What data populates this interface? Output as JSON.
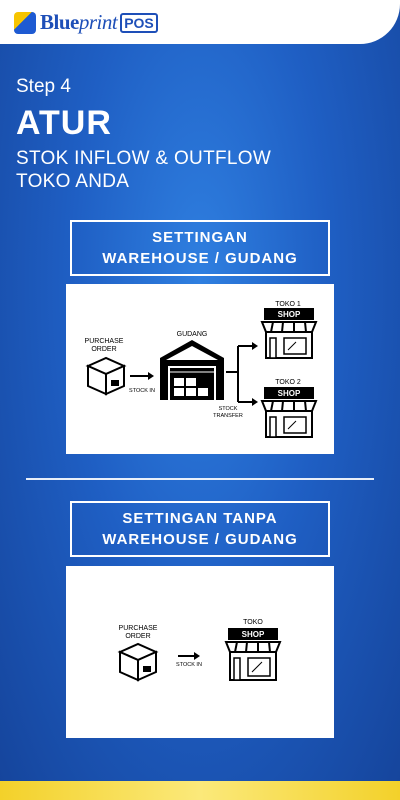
{
  "brand": {
    "name_part1": "Blue",
    "name_part2": "print",
    "name_pos": "POS",
    "colors": {
      "primary": "#1e4fb8",
      "accent": "#f6c400",
      "background": "#1f5fc4"
    }
  },
  "header": {
    "step": "Step 4",
    "title": "ATUR",
    "subtitle_line1": "STOK INFLOW & OUTFLOW",
    "subtitle_line2": "TOKO ANDA"
  },
  "section1": {
    "line1": "SETTINGAN",
    "line2": "WAREHOUSE / GUDANG",
    "diagram": {
      "purchase_order_line1": "PURCHASE",
      "purchase_order_line2": "ORDER",
      "stock_in": "STOCK IN",
      "gudang": "GUDANG",
      "stock_transfer_line1": "STOCK",
      "stock_transfer_line2": "TRANSFER",
      "toko1": "TOKO 1",
      "toko2": "TOKO 2",
      "shop_sign": "SHOP"
    }
  },
  "section2": {
    "line1": "SETTINGAN TANPA",
    "line2": "WAREHOUSE / GUDANG",
    "diagram": {
      "purchase_order_line1": "PURCHASE",
      "purchase_order_line2": "ORDER",
      "stock_in": "STOCK IN",
      "toko": "TOKO",
      "shop_sign": "SHOP"
    }
  }
}
